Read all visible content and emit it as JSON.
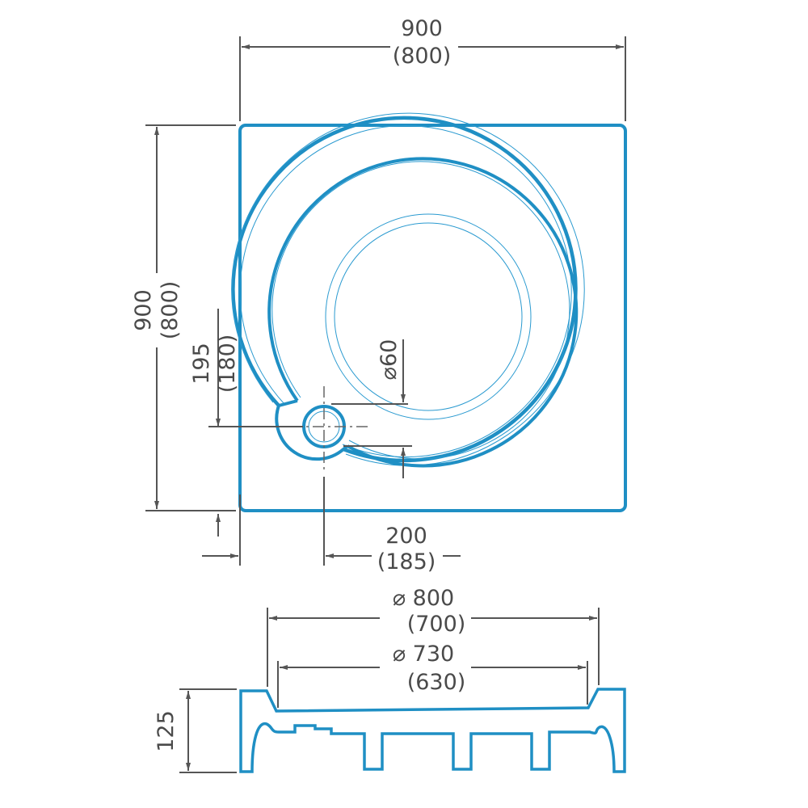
{
  "colors": {
    "outline": "#1f8fc4",
    "dimension": "#555555",
    "text": "#4a4a4a"
  },
  "plan_view": {
    "width_label": "900",
    "width_label_alt": "(800)",
    "height_label": "900",
    "height_label_alt": "(800)",
    "drain_offset_y_label": "195",
    "drain_offset_y_label_alt": "(180)",
    "drain_offset_x_label": "200",
    "drain_offset_x_label_alt": "(185)",
    "drain_diameter_label": "⌀60"
  },
  "section_view": {
    "outer_diameter_label": "⌀ 800",
    "outer_diameter_label_alt": "(700)",
    "inner_diameter_label": "⌀ 730",
    "inner_diameter_label_alt": "(630)",
    "height_label": "125"
  }
}
